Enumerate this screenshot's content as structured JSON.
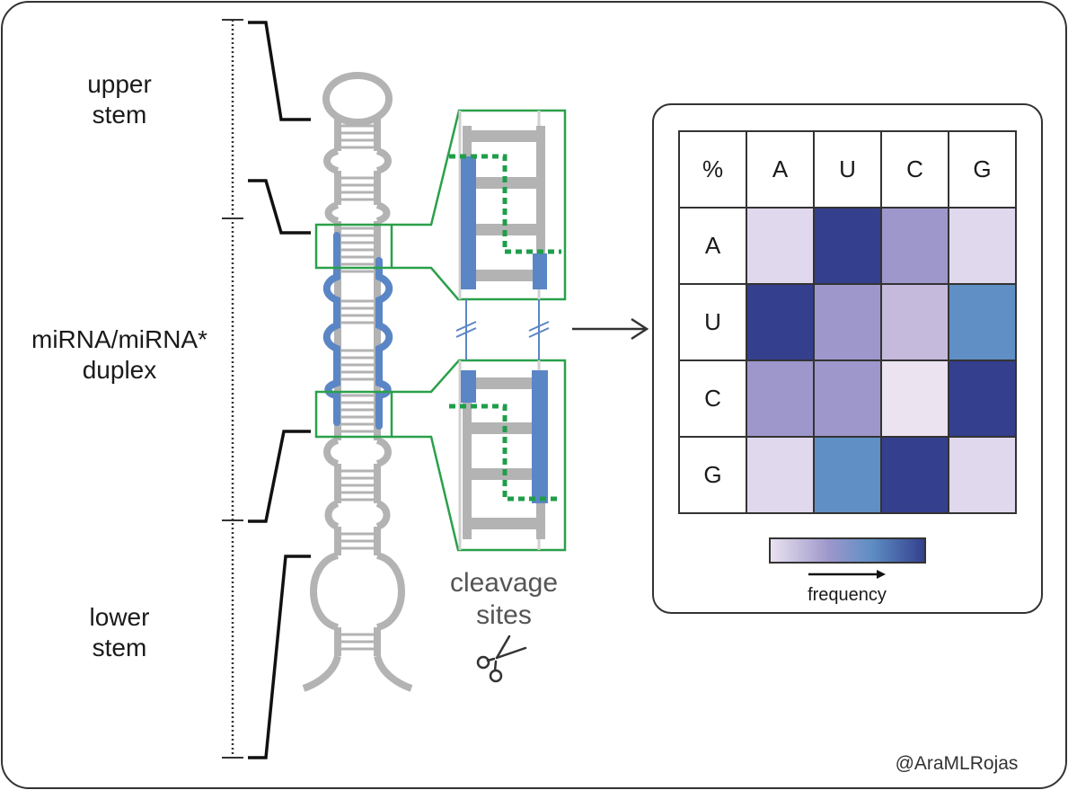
{
  "labels": {
    "upper_stem": "upper\nstem",
    "duplex": "miRNA/miRNA*\nduplex",
    "lower_stem": "lower\nstem",
    "cleavage_sites": "cleavage\nsites",
    "frequency": "frequency",
    "credit": "@AraMLRojas"
  },
  "colors": {
    "frame": "#333333",
    "stem_gray": "#b3b3b3",
    "duplex_blue": "#5b86c5",
    "zoom_green": "#2aa04a",
    "dotted_green": "#1f9e4a"
  },
  "matrix": {
    "corner": "%",
    "columns": [
      "A",
      "U",
      "C",
      "G"
    ],
    "rows": [
      {
        "label": "A",
        "colors": [
          "#e0d8ec",
          "#343f8e",
          "#9d97cb",
          "#e0d8ec"
        ]
      },
      {
        "label": "U",
        "colors": [
          "#343f8e",
          "#9d97cb",
          "#c5badb",
          "#5f8fc4"
        ]
      },
      {
        "label": "C",
        "colors": [
          "#9d97cb",
          "#9d97cb",
          "#ebe3f0",
          "#343f8e"
        ]
      },
      {
        "label": "G",
        "colors": [
          "#e0d8ec",
          "#5f8fc4",
          "#343f8e",
          "#e0d8ec"
        ]
      }
    ],
    "gradient": [
      "#ebe3f0",
      "#9d97cb",
      "#5f8fc4",
      "#343f8e"
    ]
  }
}
